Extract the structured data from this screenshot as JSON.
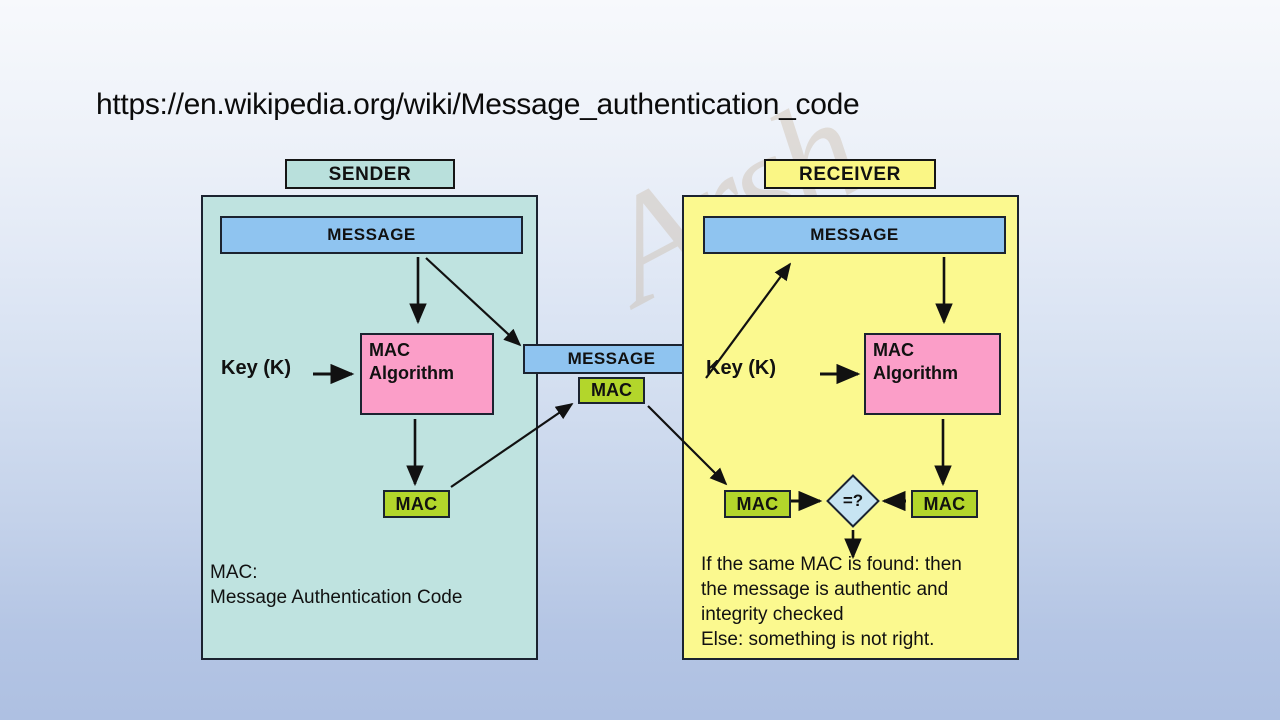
{
  "title": "https://en.wikipedia.org/wiki/Message_authentication_code",
  "watermark": "Arsh",
  "colors": {
    "sender_panel": "#bfe3e0",
    "receiver_panel": "#fbf98f",
    "message_box": "#8fc4f0",
    "mac_algorithm_box": "#fb9ec8",
    "mac_box": "#b3d62b",
    "diamond": "#c7e4f2",
    "outline": "#1b2330",
    "background_top": "#f7f9fc",
    "background_bottom": "#aec0e2"
  },
  "sender": {
    "tab_label": "SENDER",
    "message_label": "MESSAGE",
    "key_label": "Key (K)",
    "mac_algorithm_line1": "MAC",
    "mac_algorithm_line2": "Algorithm",
    "mac_label": "MAC",
    "caption": "MAC:\nMessage Authentication Code"
  },
  "transmission": {
    "message_label": "MESSAGE",
    "mac_label": "MAC"
  },
  "receiver": {
    "tab_label": "RECEIVER",
    "message_label": "MESSAGE",
    "key_label": "Key (K)",
    "mac_algorithm_line1": "MAC",
    "mac_algorithm_line2": "Algorithm",
    "mac_left_label": "MAC",
    "mac_right_label": "MAC",
    "compare_label": "=?",
    "caption": "If the same MAC is found: then\nthe message is authentic and\nintegrity checked\nElse: something is not right."
  }
}
